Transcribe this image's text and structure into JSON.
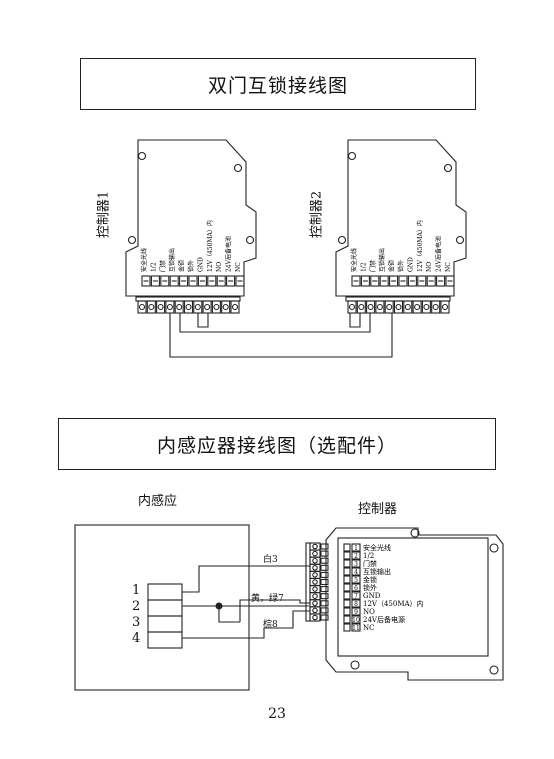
{
  "section1": {
    "title": "双门互锁接线图",
    "controller1_label": "控制器1",
    "controller2_label": "控制器2",
    "terminal_labels": [
      "安全光线",
      "1/2",
      "门禁",
      "互锁输出",
      "金锁",
      "锁外",
      "GND",
      "12V（450MA）内",
      "NO",
      "24V后备电池",
      "NC"
    ]
  },
  "section2": {
    "title": "内感应器接线图（选配件）",
    "sensor_label": "内感应",
    "controller_label": "控制器",
    "sensor_pins": [
      "1",
      "2",
      "3",
      "4"
    ],
    "wire_white": "白3",
    "wire_yellow_green": "黄，绿7",
    "wire_brown": "棕8",
    "terminal_numbers": [
      "1",
      "2",
      "3",
      "4",
      "5",
      "6",
      "7",
      "8",
      "9",
      "10",
      "11"
    ],
    "terminal_labels": [
      "安全光线",
      "1/2",
      "门禁",
      "互锁输出",
      "金锁",
      "锁外",
      "GND",
      "12V（450MA）内",
      "NO",
      "24V后备电源",
      "NC"
    ]
  },
  "page_number": "23"
}
